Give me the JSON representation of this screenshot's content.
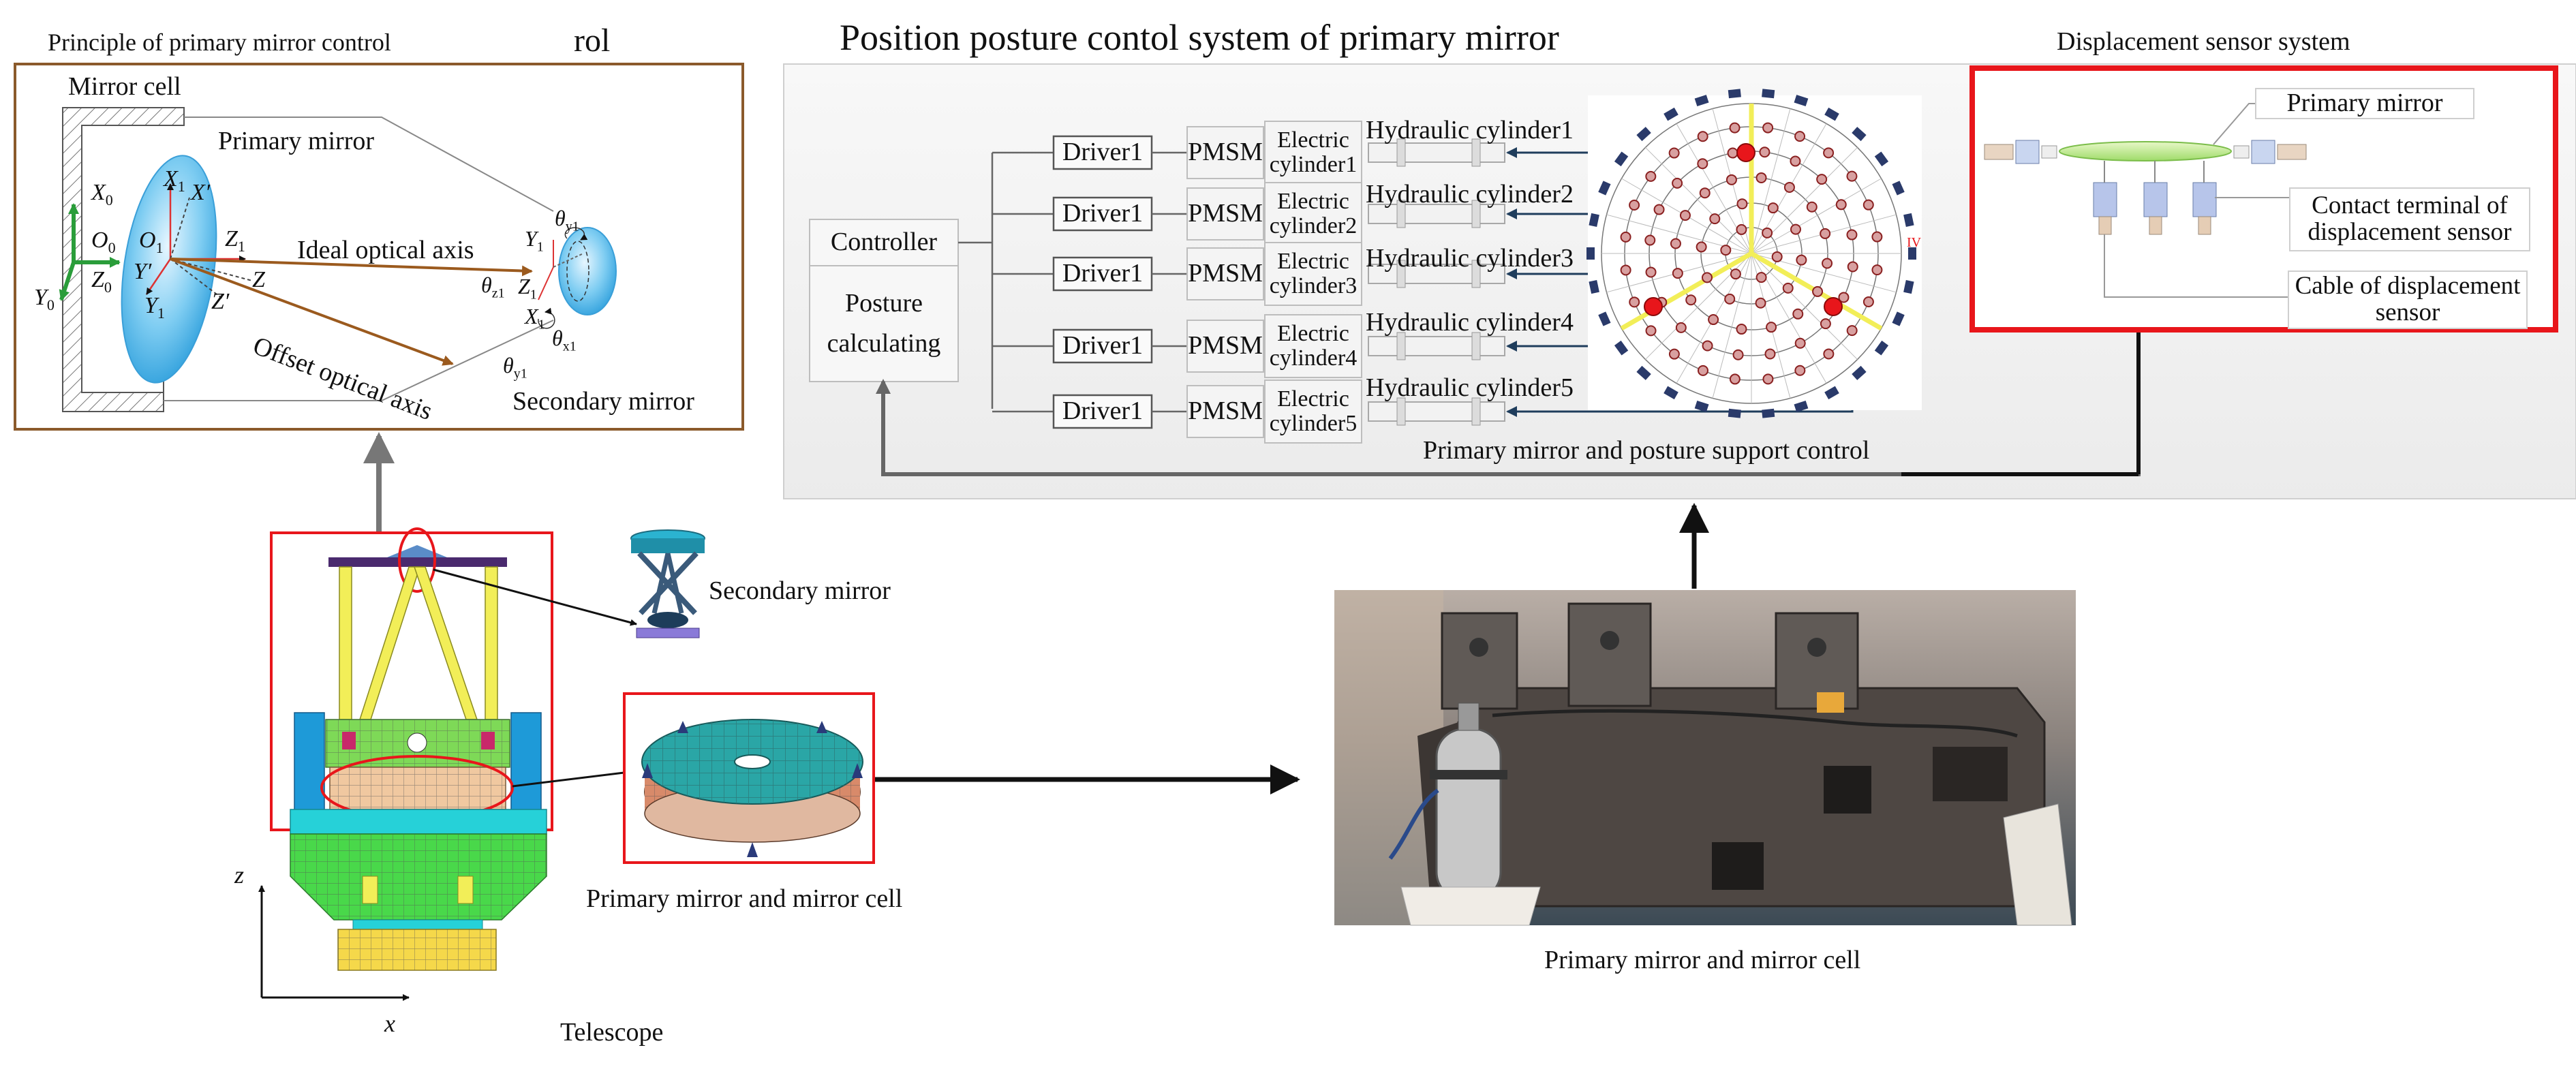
{
  "principle_panel": {
    "title": "Principle of primary mirror control",
    "overflow_text": "rol",
    "mirror_cell": "Mirror cell",
    "primary_mirror": "Primary mirror",
    "ideal_axis": "Ideal optical axis",
    "offset_axis": "Offset optical axis",
    "secondary_mirror": "Secondary mirror",
    "sym": {
      "X0": "X",
      "X0s": "0",
      "O0": "O",
      "O0s": "0",
      "Z0": "Z",
      "Z0s": "0",
      "Y0": "Y",
      "Y0s": "0",
      "X1": "X",
      "X1s": "1",
      "Xp": "X′",
      "O1": "O",
      "O1s": "1",
      "Yp": "Y′",
      "Y1": "Y",
      "Y1s": "1",
      "Z1": "Z",
      "Z1s": "1",
      "Z": "Z",
      "Zp": "Z′",
      "rY1": "Y",
      "rY1s": "1",
      "thy1": "θ",
      "thy1s": "y1",
      "thz1": "θ",
      "thz1s": "z1",
      "rZ1": "Z",
      "rZ1s": "1",
      "rX1": "X",
      "rX1s": "1",
      "thx1": "θ",
      "thx1s": "x1",
      "thy1b": "θ",
      "thy1bs": "y1"
    }
  },
  "control_panel": {
    "title": "Position posture contol system of primary mirror",
    "controller": "Controller",
    "posture": "Posture calculating",
    "drivers": [
      "Driver1",
      "Driver1",
      "Driver1",
      "Driver1",
      "Driver1"
    ],
    "pmsm": [
      "PMSM",
      "PMSM",
      "PMSM",
      "PMSM",
      "PMSM"
    ],
    "electric": [
      "Electric cylinder1",
      "Electric cylinder2",
      "Electric cylinder3",
      "Electric cylinder4",
      "Electric cylinder5"
    ],
    "hydraulic": [
      "Hydraulic cylinder1",
      "Hydraulic cylinder2",
      "Hydraulic cylinder3",
      "Hydraulic cylinder4",
      "Hydraulic cylinder5"
    ],
    "support_label": "Primary mirror and posture support control",
    "roman": "IV"
  },
  "sensor_panel": {
    "title": "Displacement sensor system",
    "primary_mirror": "Primary mirror",
    "contact_terminal": "Contact terminal of displacement sensor",
    "cable": "Cable of displacement sensor"
  },
  "telescope": {
    "secondary_mirror": "Secondary mirror",
    "primary_cell": "Primary mirror and mirror cell",
    "caption": "Telescope",
    "axis_z": "z",
    "axis_x": "x"
  },
  "photo": {
    "caption": "Primary mirror and mirror cell"
  },
  "colors": {
    "principle_border": "#8b5a2b",
    "sensor_border": "#e8161b",
    "telescope_border": "#e8161b",
    "mirror_blue": "#5ab8ea",
    "axis_arrow": "#9b5a1e",
    "coord_green": "#2a9d3a",
    "support_yellow": "#f2ee58",
    "photo_gray": "#55504c"
  }
}
